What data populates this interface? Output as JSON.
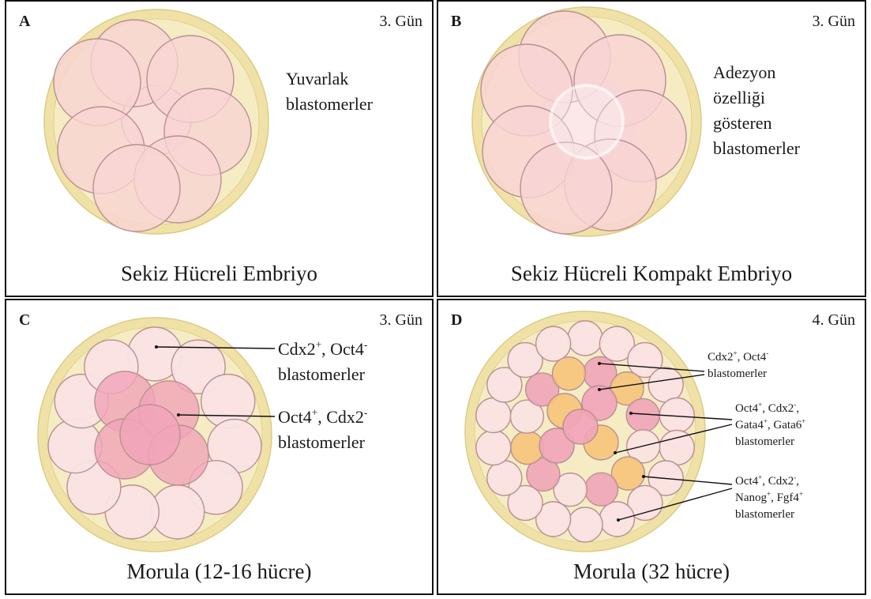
{
  "panels": {
    "a": {
      "letter": "A",
      "day": "3. Gün",
      "caption": "Sekiz Hücreli Embriyo",
      "labels": [
        {
          "text": "Yuvarlak\nblastomerler"
        }
      ]
    },
    "b": {
      "letter": "B",
      "day": "3. Gün",
      "caption": "Sekiz Hücreli Kompakt Embriyo",
      "labels": [
        {
          "text": "Adezyon\nözelliği\ngösteren\nblastomerler"
        }
      ]
    },
    "c": {
      "letter": "C",
      "day": "3. Gün",
      "caption": "Morula (12-16 hücre)",
      "labels": [
        {
          "parts": [
            {
              "t": "Cdx2"
            },
            {
              "s": "+"
            },
            {
              "t": ", Oct4"
            },
            {
              "s": "-"
            },
            {
              "t": "\nblastomerler"
            }
          ]
        },
        {
          "parts": [
            {
              "t": "Oct4"
            },
            {
              "s": "+"
            },
            {
              "t": ", Cdx2"
            },
            {
              "s": "-"
            },
            {
              "t": "\nblastomerler"
            }
          ]
        }
      ]
    },
    "d": {
      "letter": "D",
      "day": "4. Gün",
      "caption": "Morula (32 hücre)",
      "labels": [
        {
          "parts": [
            {
              "t": "Cdx2"
            },
            {
              "s": "+"
            },
            {
              "t": ", Oct4"
            },
            {
              "s": "-"
            },
            {
              "t": "\nblastomerler"
            }
          ]
        },
        {
          "parts": [
            {
              "t": "Oct4"
            },
            {
              "s": "+"
            },
            {
              "t": ", Cdx2"
            },
            {
              "s": "-"
            },
            {
              "t": ",\nGata4"
            },
            {
              "s": "+"
            },
            {
              "t": ", Gata6"
            },
            {
              "s": "+"
            },
            {
              "t": "\nblastomerler"
            }
          ]
        },
        {
          "parts": [
            {
              "t": "Oct4"
            },
            {
              "s": "+"
            },
            {
              "t": ", Cdx2"
            },
            {
              "s": "-"
            },
            {
              "t": ",\nNanog"
            },
            {
              "s": "+"
            },
            {
              "t": ", Fgf4"
            },
            {
              "s": "+"
            },
            {
              "t": "\nblastomerler"
            }
          ]
        }
      ]
    }
  },
  "colors": {
    "zona": "#f0e2a6",
    "zona_edge": "#dccb86",
    "zona_inner": "#f6ecc4",
    "blastomere": "#f8d3d4",
    "blastomere_light": "#fadcdc",
    "blastomere_edge": "#b98f95",
    "icm_pink": "#f0a5b8",
    "trophoblast_pale": "#fae3e3",
    "primitive_endoderm_orange": "#f6c47a",
    "leader_line": "#111111"
  }
}
